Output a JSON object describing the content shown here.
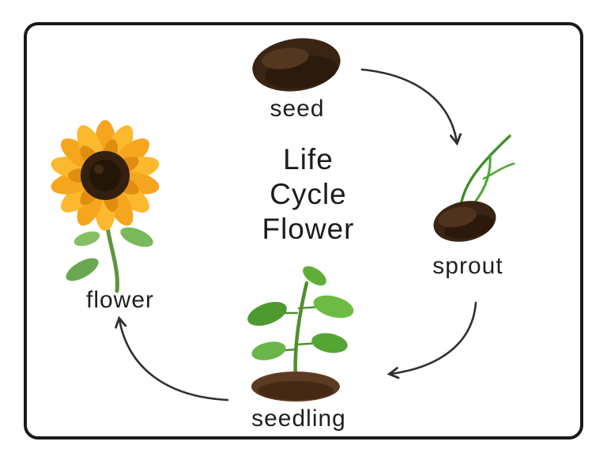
{
  "diagram": {
    "title_lines": [
      "Life",
      "Cycle",
      "Flower"
    ],
    "stage_labels": {
      "seed": "seed",
      "sprout": "sprout",
      "seedling": "seedling",
      "flower": "flower"
    }
  },
  "colors": {
    "border": "#1a1a1a",
    "arrow": "#2f2f2f",
    "seed_brown": "#3a2514",
    "soil_brown": "#5d3b22",
    "leaf_green": "#5fae3a",
    "petal_orange": "#f6a51f",
    "flower_center": "#33200e",
    "text": "#1f1f1f"
  }
}
